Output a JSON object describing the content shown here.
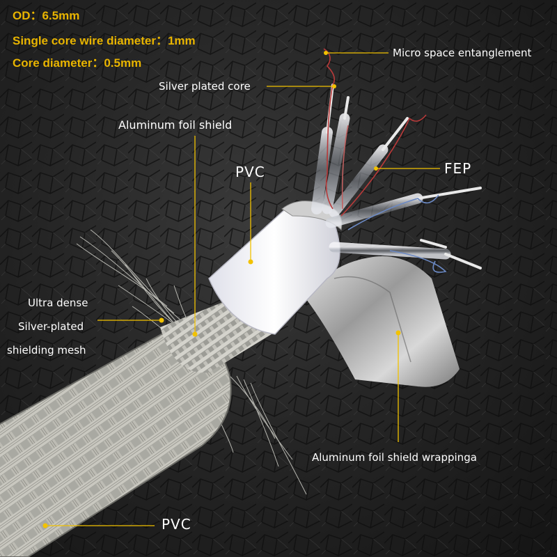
{
  "specs": {
    "od": "OD：6.5mm",
    "single_core": "Single core wire diameter：1mm",
    "core": "Core diameter：0.5mm"
  },
  "labels": {
    "micro_space": "Micro space entanglement",
    "silver_core": "Silver plated core",
    "foil_shield": "Aluminum foil shield",
    "pvc_inner": "PVC",
    "fep": "FEP",
    "mesh_1": "Ultra dense",
    "mesh_2": "Silver-plated",
    "mesh_3": "shielding mesh",
    "foil_wrap": "Aluminum foil shield wrappinga",
    "pvc_outer": "PVC"
  },
  "colors": {
    "spec_text": "#e8b400",
    "leader_line": "#f2c200",
    "label_text": "#ffffff"
  }
}
